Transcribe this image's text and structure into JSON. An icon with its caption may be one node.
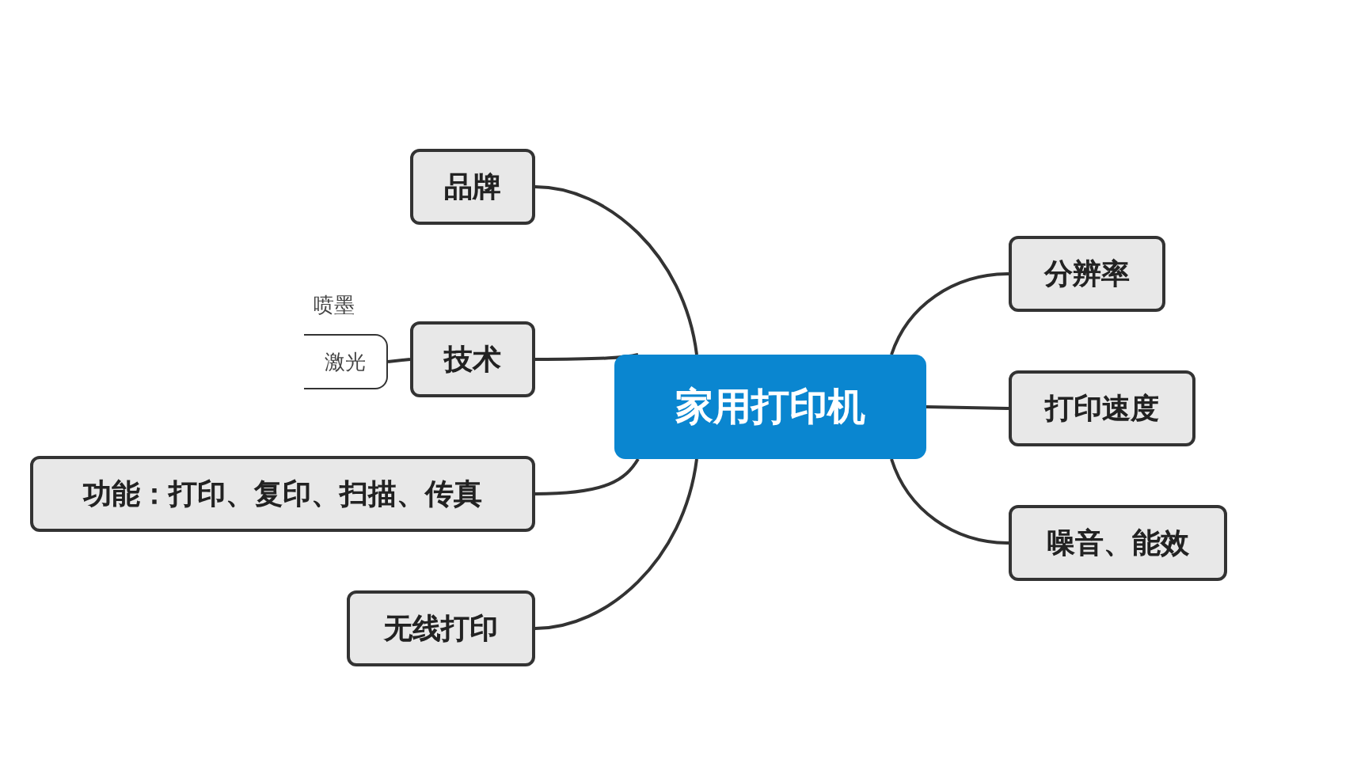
{
  "diagram": {
    "nodes": [
      {
        "text": [
          "家用打印机"
        ]
      },
      {
        "text": [
          "品牌"
        ]
      },
      {
        "text": [
          "技术"
        ]
      },
      {
        "text": [
          "激光"
        ]
      },
      {
        "text": [
          "功能：打印、复印、扫描、传真"
        ]
      },
      {
        "text": [
          "无线打印"
        ]
      },
      {
        "text": [
          "分辨率"
        ]
      },
      {
        "text": [
          "打印速度"
        ]
      },
      {
        "text": [
          "噪音、能效"
        ]
      }
    ],
    "edges": [
      {
        "from": 0,
        "to": 1,
        "arrow": "none"
      },
      {
        "from": 0,
        "to": 2,
        "arrow": "none"
      },
      {
        "from": 2,
        "to": 3,
        "arrow": "none"
      },
      {
        "from": 0,
        "to": 4,
        "arrow": "none"
      },
      {
        "from": 0,
        "to": 5,
        "arrow": "none"
      },
      {
        "from": 0,
        "to": 6,
        "arrow": "none"
      },
      {
        "from": 0,
        "to": 7,
        "arrow": "none"
      },
      {
        "from": 0,
        "to": 8,
        "arrow": "none"
      }
    ],
    "labels": [
      "喷墨"
    ]
  }
}
